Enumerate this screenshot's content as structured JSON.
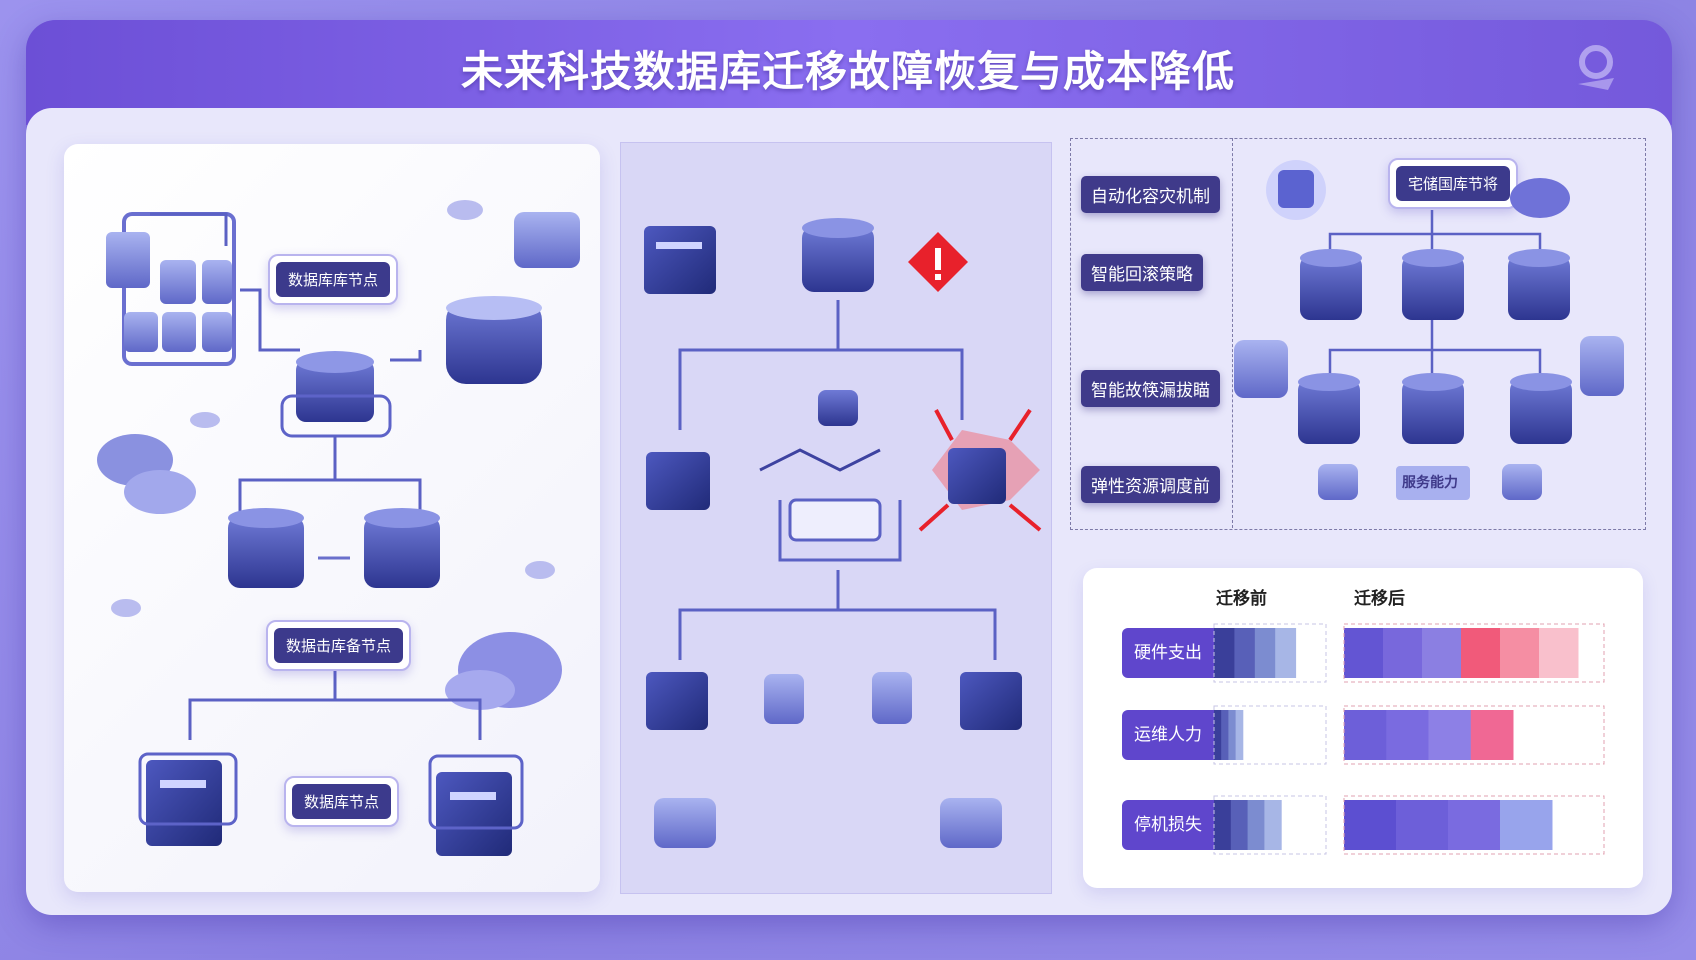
{
  "header": {
    "title": "未来科技数据库迁移故障恢复与成本降低"
  },
  "panel1": {
    "node_label_top": "数据库库节点",
    "node_label_mid": "数据击库备节点",
    "node_label_bottom": "数据库节点"
  },
  "panel3": {
    "labels": [
      "自动化容灾机制",
      "智能回滚策略",
      "智能故筷漏拔瞄",
      "弹性资源调度前"
    ],
    "node_label": "宅储国库节将",
    "bottom_badge": "服务能力"
  },
  "chart_data": {
    "type": "bar",
    "title": "",
    "series": [
      {
        "name": "迁移前"
      },
      {
        "name": "迁移后"
      }
    ],
    "categories": [
      "硬件支出",
      "运维人力",
      "停机损失"
    ],
    "before": [
      0.85,
      0.3,
      0.7
    ],
    "after": [
      0.9,
      0.65,
      0.8
    ]
  },
  "colors": {
    "accent": "#6c4fd6",
    "dark_label": "#3f3a8a",
    "alert": "#e8212b",
    "db_blue": "#4d55b8"
  }
}
